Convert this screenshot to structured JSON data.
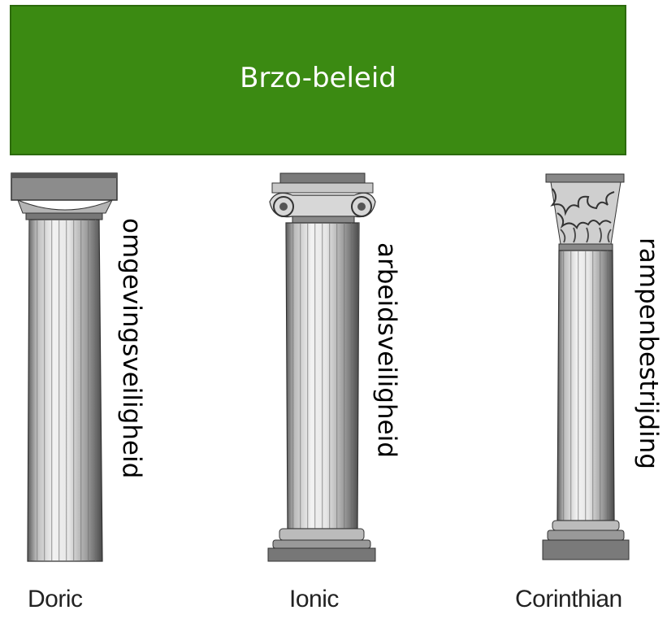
{
  "banner": {
    "title": "Brzo-beleid",
    "color": "#3b8a12"
  },
  "pillars": [
    {
      "style_caption": "Doric",
      "label": "omgevingsveiligheid"
    },
    {
      "style_caption": "Ionic",
      "label": "arbeidsveiligheid"
    },
    {
      "style_caption": "Corinthian",
      "label": "rampenbestrijding"
    }
  ]
}
